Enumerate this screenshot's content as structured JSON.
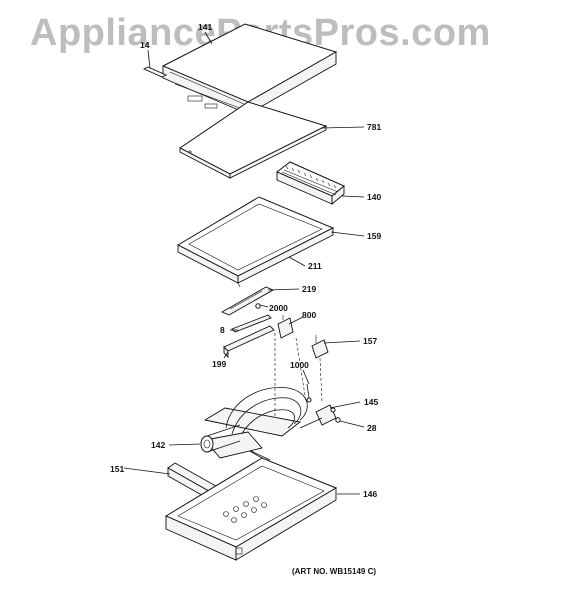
{
  "watermark": "AppliancePartsPros.com",
  "art_number": "(ART NO. WB15149 C)",
  "callouts": {
    "c141": "141",
    "c14": "14",
    "c781": "781",
    "c140": "140",
    "c159": "159",
    "c211": "211",
    "c219": "219",
    "c2000": "2000",
    "c8": "8",
    "c800": "800",
    "c157": "157",
    "c199": "199",
    "c1000": "1000",
    "c145": "145",
    "c28": "28",
    "c142": "142",
    "c151": "151",
    "c146": "146"
  }
}
